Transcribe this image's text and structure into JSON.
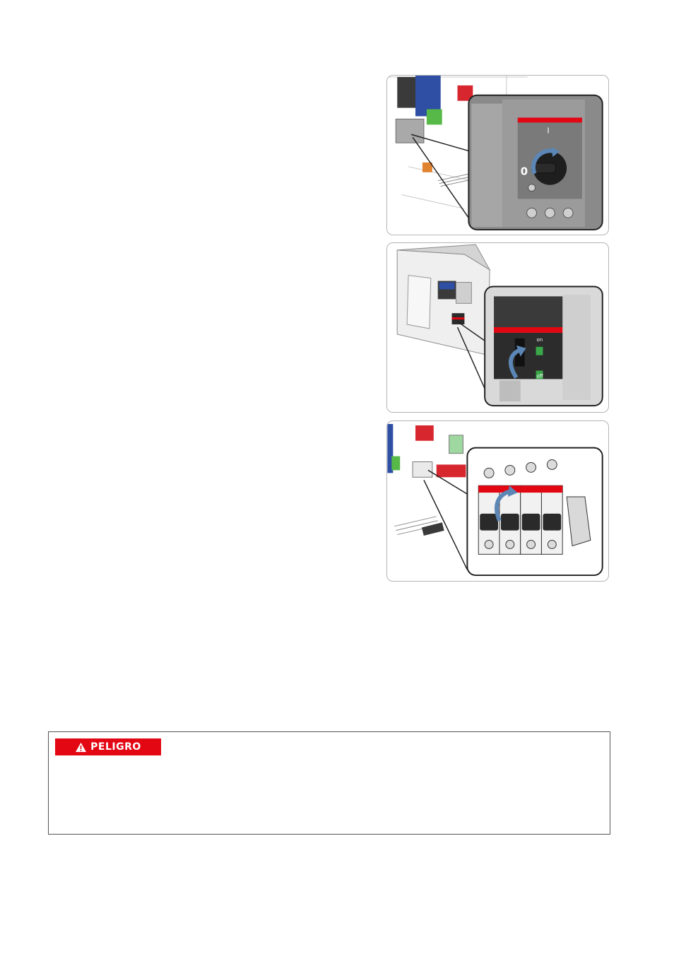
{
  "figures": {
    "switch_disconnector": {
      "pos_on": "I",
      "pos_off": "0"
    },
    "circuit_breaker": {
      "label_on": "on",
      "label_off": "off"
    },
    "miniature_breakers": {}
  },
  "danger": {
    "label": "PELIGRO",
    "icon": "warning-triangle-icon"
  },
  "colors": {
    "danger_red": "#e30613",
    "rotate_arrow": "#5b86b5",
    "housing_gray": "#7d7d7d"
  }
}
